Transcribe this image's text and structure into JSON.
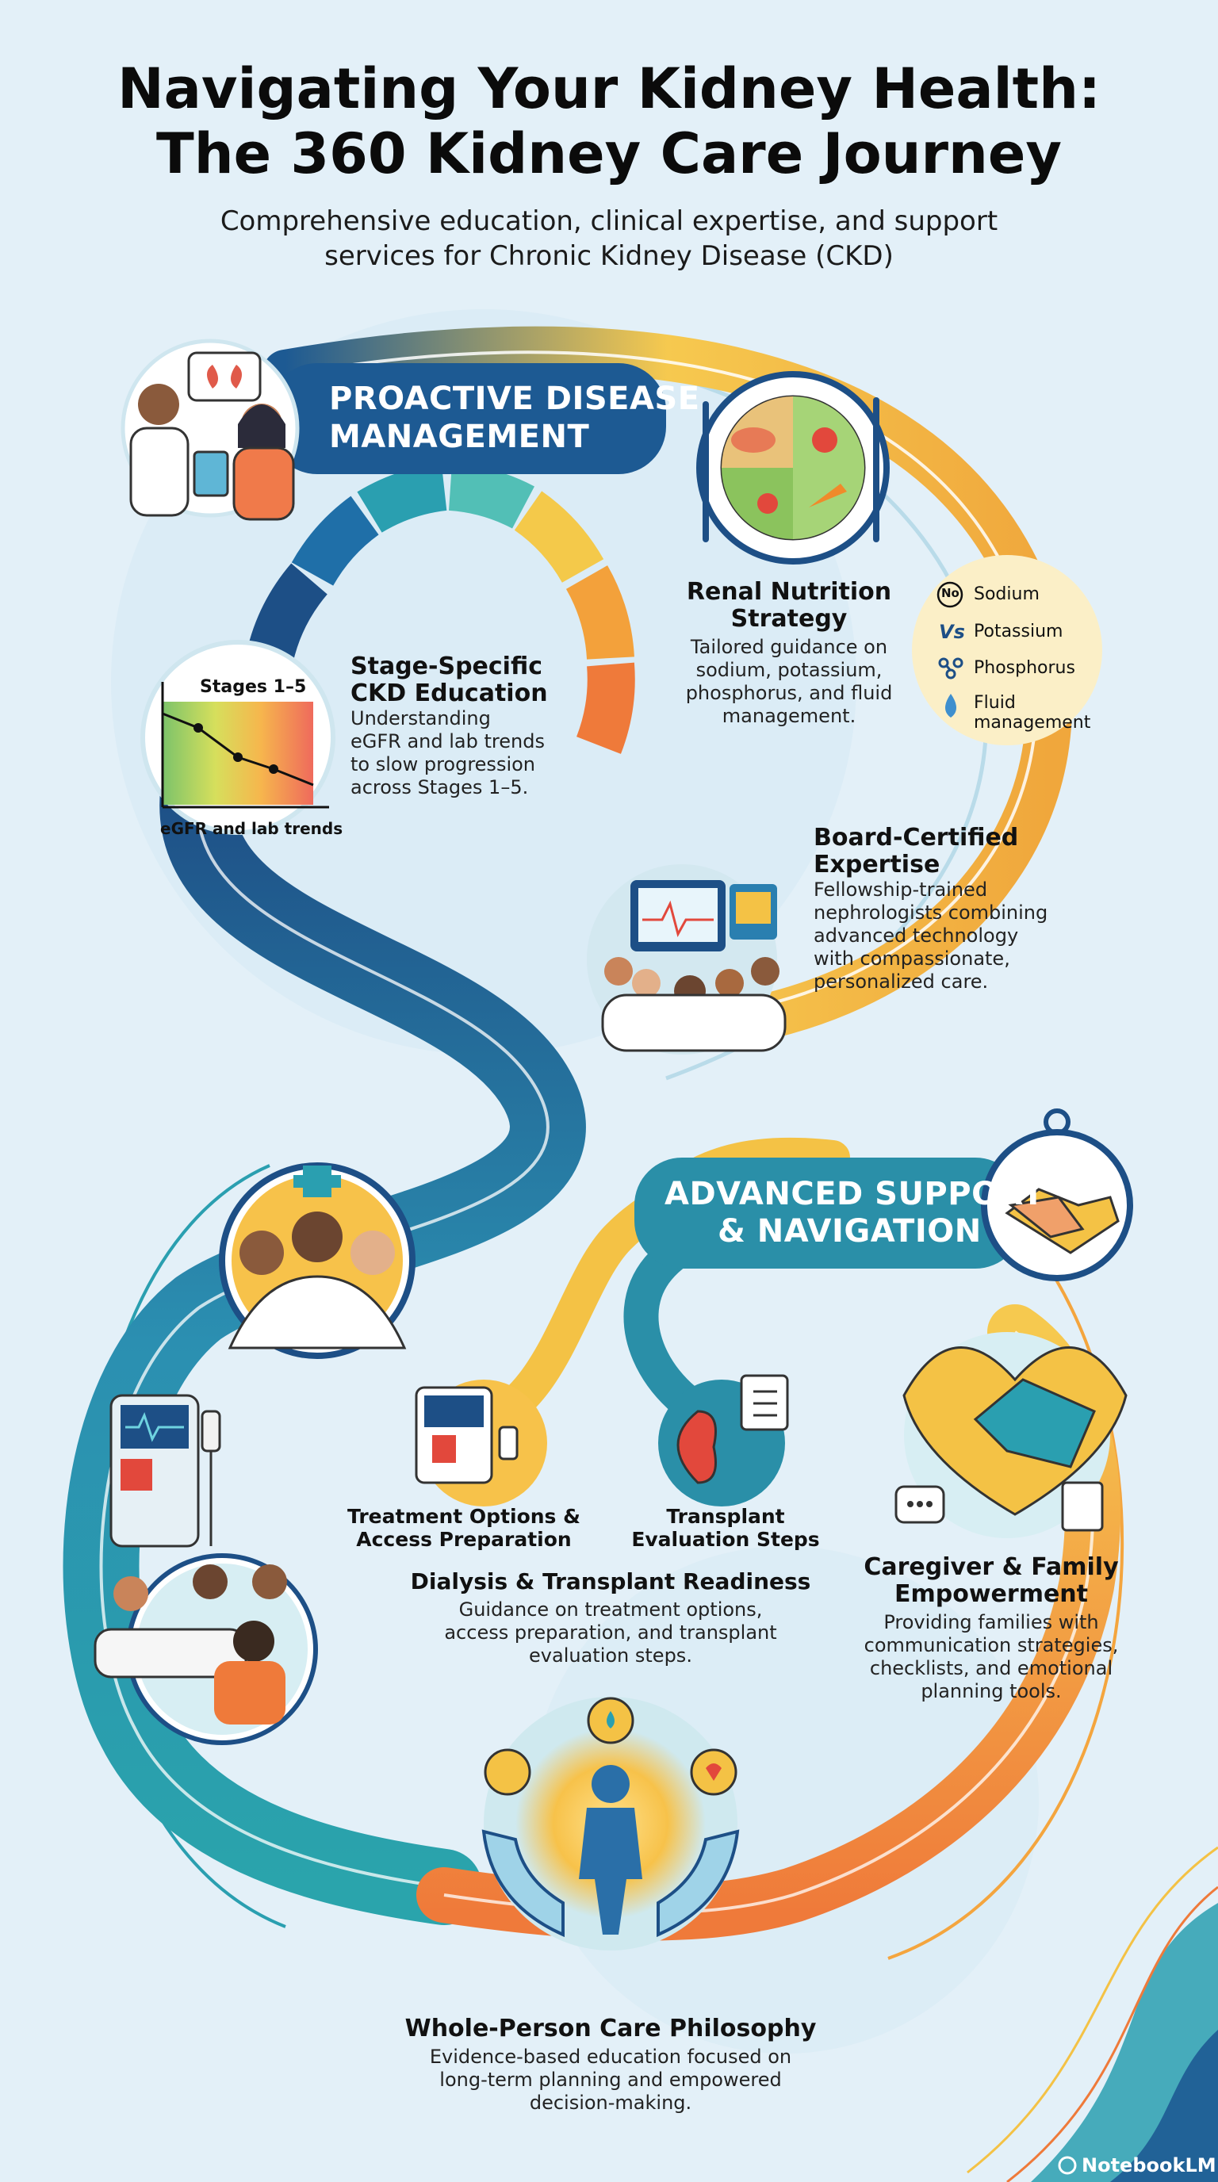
{
  "title": {
    "line1": "Navigating Your Kidney Health:",
    "line2": "The 360 Kidney Care Journey"
  },
  "subtitle": {
    "line1": "Comprehensive education, clinical expertise, and support",
    "line2": "services for Chronic Kidney Disease (CKD)"
  },
  "banners": {
    "proactive_line1": "PROACTIVE DISEASE",
    "proactive_line2": "MANAGEMENT",
    "advanced_line1": "ADVANCED SUPPORT",
    "advanced_line2": "& NAVIGATION"
  },
  "stage_chart": {
    "label_top": "Stages 1–5",
    "label_bottom": "eGFR and lab trends"
  },
  "sections": {
    "stage_education": {
      "heading_line1": "Stage-Specific",
      "heading_line2": "CKD Education",
      "body": [
        "Understanding",
        "eGFR and lab trends",
        "to slow progression",
        "across Stages 1–5."
      ]
    },
    "nutrition": {
      "heading_line1": "Renal Nutrition",
      "heading_line2": "Strategy",
      "body": [
        "Tailored guidance on",
        "sodium, potassium,",
        "phosphorus, and fluid",
        "management."
      ]
    },
    "nutrients": {
      "sodium": "Sodium",
      "potassium": "Potassium",
      "phosphorus": "Phosphorus",
      "fluid_line1": "Fluid",
      "fluid_line2": "management",
      "icon_no": "No",
      "icon_vs": "Vs"
    },
    "expertise": {
      "heading_line1": "Board-Certified",
      "heading_line2": "Expertise",
      "body": [
        "Fellowship-trained",
        "nephrologists combining",
        "advanced technology",
        "with compassionate,",
        "personalized care."
      ]
    },
    "treatment": {
      "line1": "Treatment Options &",
      "line2": "Access Preparation"
    },
    "transplant": {
      "line1": "Transplant",
      "line2": "Evaluation Steps"
    },
    "dialysis": {
      "heading": "Dialysis & Transplant Readiness",
      "body": [
        "Guidance on treatment options,",
        "access preparation, and transplant",
        "evaluation steps."
      ]
    },
    "caregiver": {
      "heading_line1": "Caregiver & Family",
      "heading_line2": "Empowerment",
      "body": [
        "Providing families with",
        "communication strategies,",
        "checklists, and emotional",
        "planning tools."
      ]
    },
    "whole_person": {
      "heading": "Whole-Person Care Philosophy",
      "body": [
        "Evidence-based education focused on",
        "long-term planning and empowered",
        "decision-making."
      ]
    }
  },
  "brand": "NotebookLM",
  "colors": {
    "navy": "#1d5a93",
    "teal": "#2a9fb0",
    "yellow": "#f4c245",
    "orange": "#ef7a3a",
    "background": "#e3f0f8"
  }
}
